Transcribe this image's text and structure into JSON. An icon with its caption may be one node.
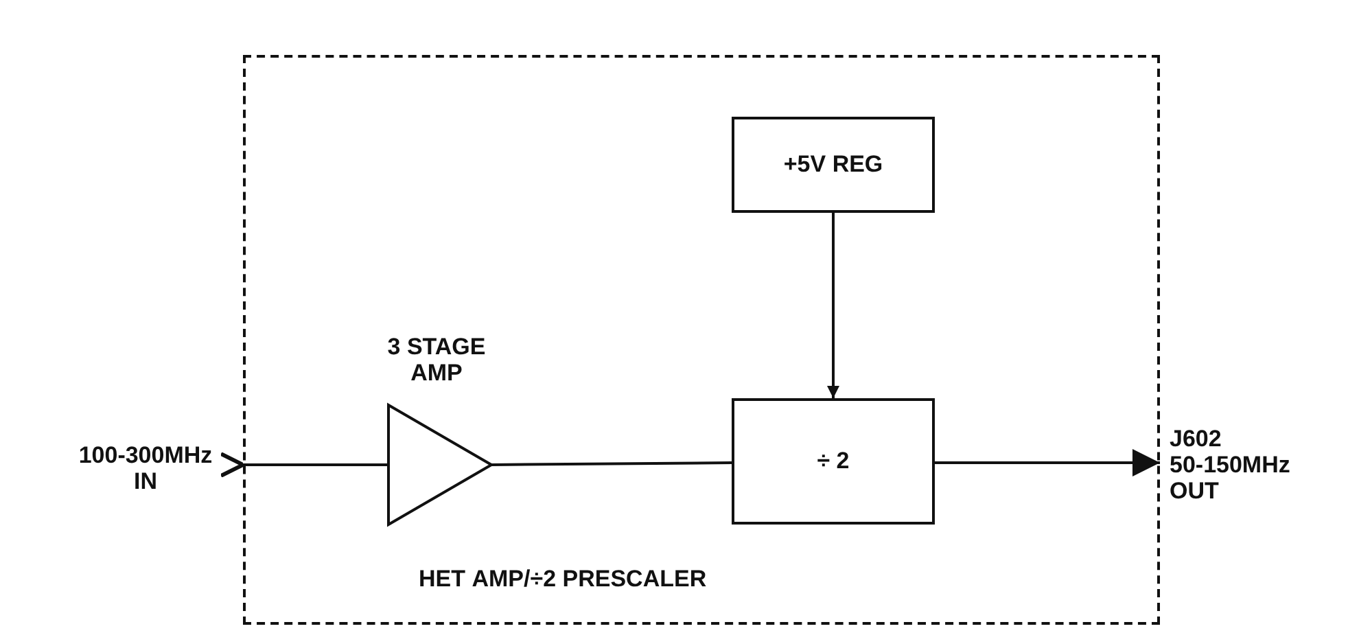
{
  "diagram": {
    "nodes": [
      {
        "text": [
          "HET AMP/÷2 PRESCALER"
        ]
      },
      {
        "text": [
          "100-300MHz IN"
        ]
      },
      {
        "text": [
          "3 STAGE AMP"
        ],
        "in": 0
      },
      {
        "text": [
          "+5V REG"
        ],
        "in": 0
      },
      {
        "text": [
          "÷ 2"
        ],
        "in": 0
      },
      {
        "text": [
          "J602 50-150MHz OUT"
        ]
      }
    ],
    "edges": [
      {
        "from": 1,
        "to": 2,
        "arrow": "other"
      },
      {
        "from": 2,
        "to": 4,
        "arrow": "none"
      },
      {
        "from": 3,
        "to": 4,
        "arrow": "to"
      },
      {
        "from": 4,
        "to": 5,
        "arrow": "to"
      }
    ]
  }
}
